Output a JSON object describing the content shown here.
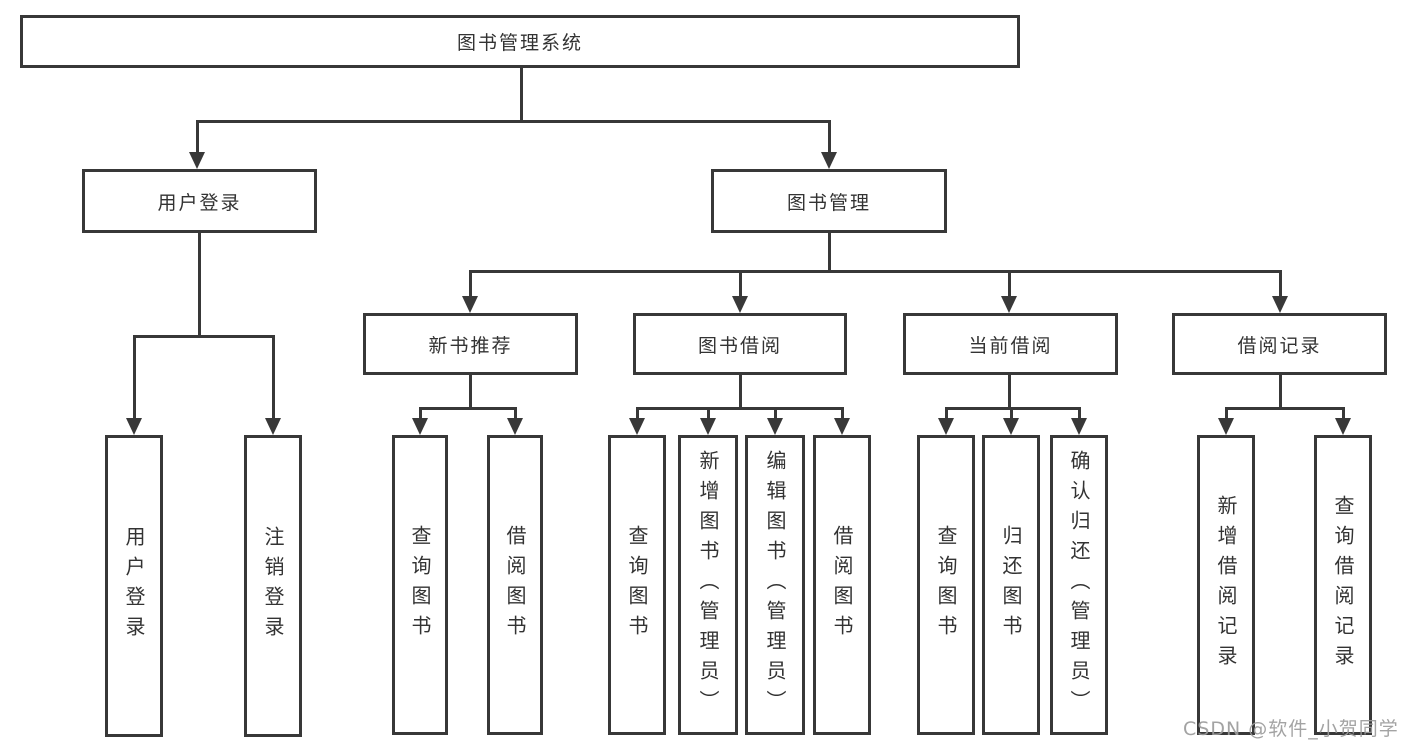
{
  "diagram": {
    "root": {
      "label": "图书管理系统"
    },
    "branches": [
      {
        "label": "用户登录",
        "children": [
          {
            "label": "用户登录"
          },
          {
            "label": "注销登录"
          }
        ]
      },
      {
        "label": "图书管理",
        "children": [
          {
            "label": "新书推荐",
            "children": [
              {
                "label": "查询图书"
              },
              {
                "label": "借阅图书"
              }
            ]
          },
          {
            "label": "图书借阅",
            "children": [
              {
                "label": "查询图书"
              },
              {
                "label": "新增图书（管理员）"
              },
              {
                "label": "编辑图书（管理员）"
              },
              {
                "label": "借阅图书"
              }
            ]
          },
          {
            "label": "当前借阅",
            "children": [
              {
                "label": "查询图书"
              },
              {
                "label": "归还图书"
              },
              {
                "label": "确认归还（管理员）"
              }
            ]
          },
          {
            "label": "借阅记录",
            "children": [
              {
                "label": "新增借阅记录"
              },
              {
                "label": "查询借阅记录"
              }
            ]
          }
        ]
      }
    ]
  },
  "watermark": {
    "text": "CSDN @软件_小贺同学"
  },
  "colors": {
    "line": "#383838",
    "box_border": "#383838",
    "box_fill": "#ffffff",
    "text": "#333333",
    "watermark": "#9b9b9b",
    "background": "#ffffff"
  }
}
